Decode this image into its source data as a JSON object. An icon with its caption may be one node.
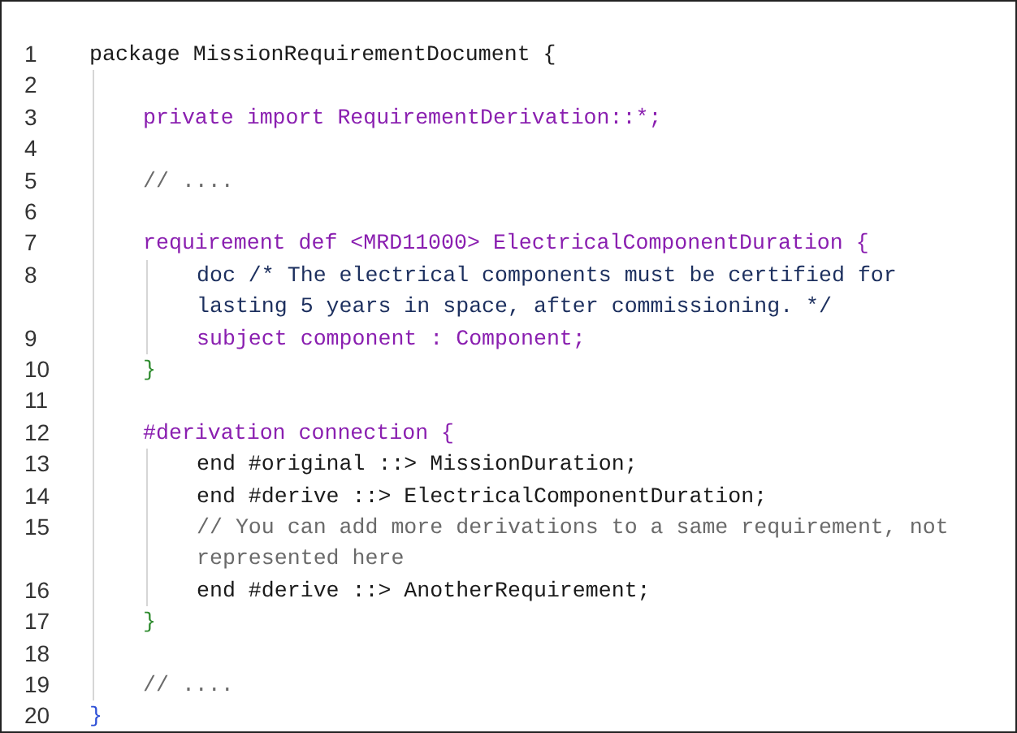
{
  "diagram": {
    "labels": [
      "1",
      "package MissionRequirementDocument {",
      "2",
      "3",
      "private import RequirementDerivation::*;",
      "4",
      "5",
      "// ....",
      "6",
      "7",
      "requirement def <MRD11000> ElectricalComponentDuration {",
      "8",
      "doc /* The electrical components must be certified for lasting 5 years in space, after commissioning. */",
      "9",
      "subject component : Component;",
      "10",
      "}",
      "11",
      "12",
      "#derivation connection {",
      "13",
      "end #original ::> MissionDuration;",
      "14",
      "end #derive ::> ElectricalComponentDuration;",
      "15",
      "// You can add more derivations to a same requirement, not represented here",
      "16",
      "end #derive ::> AnotherRequirement;",
      "17",
      "}",
      "18",
      "19",
      "// ....",
      "20",
      "}"
    ]
  }
}
